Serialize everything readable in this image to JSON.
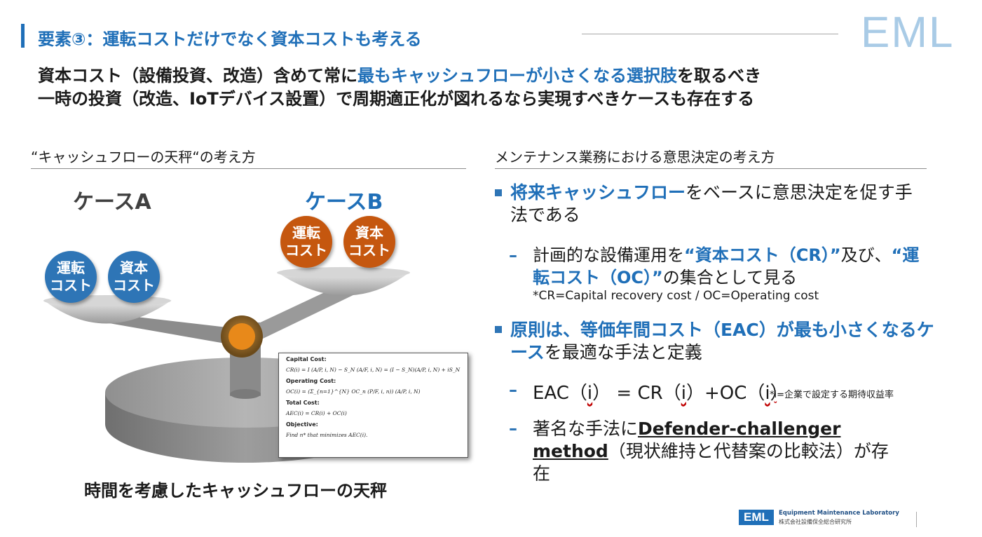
{
  "header": {
    "title": "要素③：運転コストだけでなく資本コストも考える",
    "logo": "EML"
  },
  "lead": {
    "line1_pre": "資本コスト（設備投資、改造）含めて常に",
    "line1_hl": "最もキャッシュフローが小さくなる選択肢",
    "line1_post": "を取るべき",
    "line2": "一時の投資（改造、IoTデバイス設置）で周期適正化が図れるなら実現すべきケースも存在する"
  },
  "left": {
    "heading": "“キャッシュフローの天秤“の考え方",
    "caseA": {
      "label": "ケースA",
      "items": [
        "運転\nコスト",
        "資本\nコスト"
      ]
    },
    "caseB": {
      "label": "ケースB",
      "items": [
        "運転\nコスト",
        "資本\nコスト"
      ]
    },
    "formulas": {
      "capital_head": "Capital Cost:",
      "capital_eq": "CR(i) = I (A/P, i, N) − S_N (A/F, i, N) = (I − S_N)(A/P, i, N) + iS_N",
      "operating_head": "Operating Cost:",
      "operating_eq": "OC(i) = (Σ_{n=1}^{N} OC_n (P/F, i, n)) (A/P, i, N)",
      "total_head": "Total Cost:",
      "total_eq": "AEC(i) = CR(i) + OC(i)",
      "objective_head": "Objective:",
      "objective_eq": "Find n* that minimizes AEC(i)."
    },
    "caption": "時間を考慮したキャッシュフローの天秤"
  },
  "right": {
    "heading": "メンテナンス業務における意思決定の考え方",
    "bullet1_hl": "将来キャッシュフロー",
    "bullet1_rest": "をベースに意思決定を促す手法である",
    "dash1_pre": "計画的な設備運用を",
    "dash1_hl1": "“資本コスト（CR）”",
    "dash1_mid": "及び、",
    "dash1_hl2": "“運転コスト（OC）”",
    "dash1_post": "の集合として見る",
    "dash1_note": "*CR=Capital recovery cost  / OC=Operating cost",
    "bullet2_hl": "原則は、等価年間コスト（EAC）が最も小さくなるケース",
    "bullet2_rest": "を最適な手法と定義",
    "dash2_a": "EAC（",
    "dash2_i1": "i",
    "dash2_b": "） = CR（",
    "dash2_i2": "i",
    "dash2_c": "）+OC（",
    "dash2_i3": "i",
    "dash2_d": "）",
    "dash2_note_pre": "*",
    "dash2_note_i": "i",
    "dash2_note_post": "=企業で設定する期待収益率",
    "dash3_pre": "著名な手法に",
    "dash3_link": "Defender-challenger method",
    "dash3_post": "（現状維持と代替案の比較法）が存在"
  },
  "footer": {
    "logo": "EML",
    "english": "Equipment Maintenance Laboratory",
    "japanese": "株式会社設備保全総合研究所"
  },
  "colors": {
    "accent": "#1f6fb8",
    "blue_circle": "#2e75b6",
    "orange_circle": "#c5570f",
    "pivot": "#e8891a"
  }
}
